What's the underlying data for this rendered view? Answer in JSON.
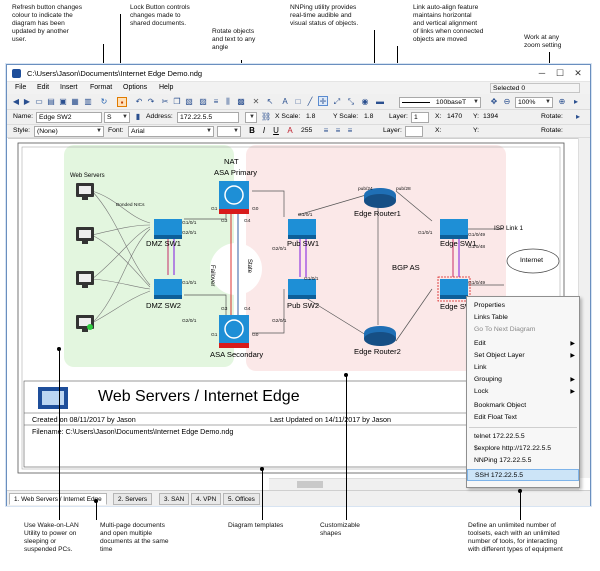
{
  "annotations": {
    "refresh": "Refresh button changes\ncolour to indicate the\ndiagram has been\nupdated by another\nuser.",
    "lock": "Lock Button controls\nchanges made to\nshared documents.",
    "rotate": "Rotate objects\nand text to any\nangle",
    "nnping": "NNPing utility provides\nreal-time audible and\nvisual status of objects.",
    "autoalign": "Link auto-align feature\nmaintains horizontal\nand vertical alignment\nof links when connected\nobjects are moved",
    "zoom": "Work at any\nzoom setting",
    "wol": "Use Wake-on-LAN\nUtility to power on\nsleeping or\nsuspended PCs.",
    "multipage": "Multi-page documents\nand open multiple\ndocuments at the same\ntime",
    "templates": "Diagram templates",
    "shapes": "Customizable\nshapes",
    "toolsets": "Define an unlimited number of\ntoolsets, each with an unlimited\nnumber of tools, for interacting\nwith different types of equipment"
  },
  "window": {
    "title": "C:\\Users\\Jason\\Documents\\Internet Edge Demo.ndg",
    "min": "─",
    "max": "☐",
    "close": "✕"
  },
  "menu": [
    "File",
    "Edit",
    "Insert",
    "Format",
    "Options",
    "Help"
  ],
  "toolbar1": {
    "linetype": "100baseT",
    "selected": "Selected 0",
    "zoom": "100%"
  },
  "toolbar2": {
    "name_label": "Name:",
    "name_value": "Edge SW2",
    "shape_value": "S",
    "address_label": "Address:",
    "address_value": "172.22.5.5",
    "xscale_label": "X Scale:",
    "xscale_value": "1.8",
    "yscale_label": "Y Scale:",
    "yscale_value": "1.8",
    "layer_label": "Layer:",
    "layer_value": "1",
    "x_label": "X:",
    "x_value": "1470",
    "y_label": "Y:",
    "y_value": "1394",
    "rotate_label": "Rotate:"
  },
  "toolbar3": {
    "style_label": "Style:",
    "style_value": "(None)",
    "font_label": "Font:",
    "font_value": "Arial",
    "size_value": "255",
    "layer_label": "Layer:",
    "x_label": "X:",
    "y_label": "Y:",
    "rotate_label": "Rotate:"
  },
  "diagram": {
    "nat": "NAT",
    "asa_primary": "ASA Primary",
    "asa_secondary": "ASA Secondary",
    "web_servers": "Web Servers",
    "bonded_nics": "Bonded NICs",
    "dmz_sw1": "DMZ SW1",
    "dmz_sw2": "DMZ SW2",
    "pub_sw1": "Pub SW1",
    "pub_sw2": "Pub SW2",
    "edge_router1": "Edge Router1",
    "edge_router2": "Edge Router2",
    "edge_sw1": "Edge SW1",
    "edge_sw2": "Edge SW2",
    "bgp_as": "BGP AS",
    "isp_link": "ISP Link 1",
    "internet": "Internet",
    "failover": "Failover",
    "state": "State",
    "ports": {
      "g1a": "G1",
      "g0a": "G0",
      "g3a": "G3",
      "g4a": "G4",
      "g1b": "G1",
      "g0b": "G0",
      "g3b": "G3",
      "g4b": "G4",
      "dmz1_a": "G1/0/1",
      "dmz1_b": "G2/0/1",
      "dmz2_a": "G1/0/1",
      "dmz2_b": "G2/0/1",
      "pub1_a": "G1/0/1",
      "pub1_b": "G2/0/1",
      "pub2_a": "G1/0/1",
      "pub2_b": "G2/0/1",
      "r1_a": "pub/24",
      "r1_b": "pub/28",
      "esw_a": "G1/0/1",
      "esw_b": "G1/0/48",
      "esw_c": "G1/0/49",
      "esw_d": "G1/0/49"
    },
    "titleblock": {
      "title": "Web Servers / Internet Edge",
      "created": "Created on 08/11/2017 by Jason",
      "updated": "Last Updated on 14/11/2017 by Jason",
      "filename": "Filename: C:\\Users\\Jason\\Documents\\Internet Edge Demo.ndg"
    }
  },
  "context_menu": {
    "items": [
      {
        "label": "Properties",
        "state": "normal",
        "submenu": false
      },
      {
        "label": "Links Table",
        "state": "normal",
        "submenu": false
      },
      {
        "label": "Go To Next Diagram",
        "state": "disabled",
        "submenu": false
      },
      {
        "label": "Edit",
        "state": "normal",
        "submenu": true
      },
      {
        "label": "Set Object Layer",
        "state": "normal",
        "submenu": true
      },
      {
        "label": "Link",
        "state": "normal",
        "submenu": false
      },
      {
        "label": "Grouping",
        "state": "normal",
        "submenu": true
      },
      {
        "label": "Lock",
        "state": "normal",
        "submenu": true
      },
      {
        "label": "Bookmark Object",
        "state": "normal",
        "submenu": false
      },
      {
        "label": "Edit Float Text",
        "state": "normal",
        "submenu": false
      },
      {
        "label": "telnet 172.22.5.5",
        "state": "normal",
        "submenu": false
      },
      {
        "label": "$explore http://172.22.5.5",
        "state": "normal",
        "submenu": false
      },
      {
        "label": "NNPing 172.22.5.5",
        "state": "normal",
        "submenu": false
      },
      {
        "label": "SSH 172.22.5.5",
        "state": "active",
        "submenu": false
      }
    ]
  },
  "tabs": [
    "1. Web Servers / Internet Edge",
    "2. Servers",
    "3. SAN",
    "4. VPN",
    "5. Offices"
  ],
  "colors": {
    "accent": "#1e4e9a",
    "zone_green": "#e3f6df",
    "zone_pink": "#fbe8e8",
    "link_purple": "#8a2be2",
    "link_red": "#d81b1b",
    "switch_blue": "#1e8fd6",
    "router_blue": "#1f6fb5"
  }
}
